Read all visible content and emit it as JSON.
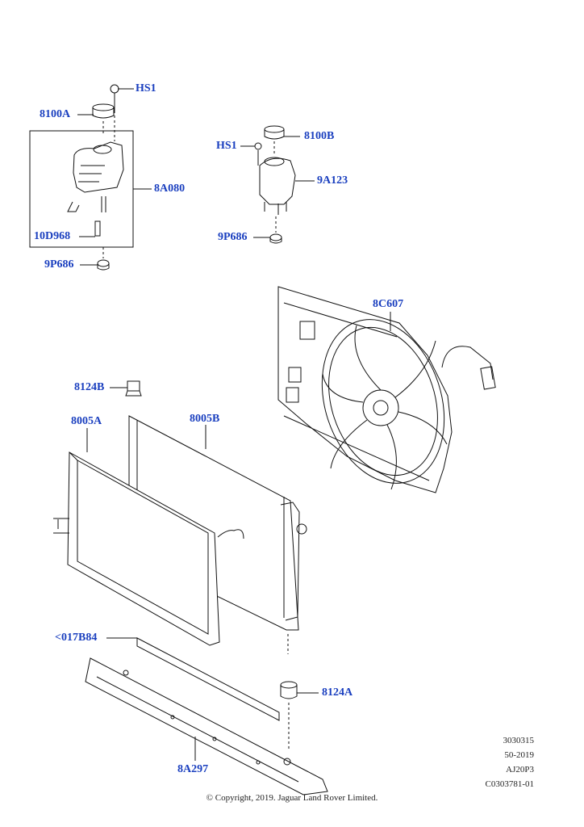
{
  "callouts": {
    "hs1_left": "HS1",
    "cap_left": "8100A",
    "tank_left": "8A080",
    "sensor": "10D968",
    "grommet_left": "9P686",
    "hs1_right": "HS1",
    "cap_right": "8100B",
    "tank_right": "9A123",
    "grommet_right": "9P686",
    "fan": "8C607",
    "mount_top": "8124B",
    "radiator": "8005A",
    "condenser": "8005B",
    "seal": "<017B84",
    "mount_bottom": "8124A",
    "crossmember": "8A297"
  },
  "reference": [
    "3030315",
    "50-2019",
    "AJ20P3",
    "C0303781-01"
  ],
  "copyright": "© Copyright, 2019. Jaguar Land Rover Limited.",
  "colors": {
    "callout": "#1a3fbf",
    "line": "#111111"
  }
}
